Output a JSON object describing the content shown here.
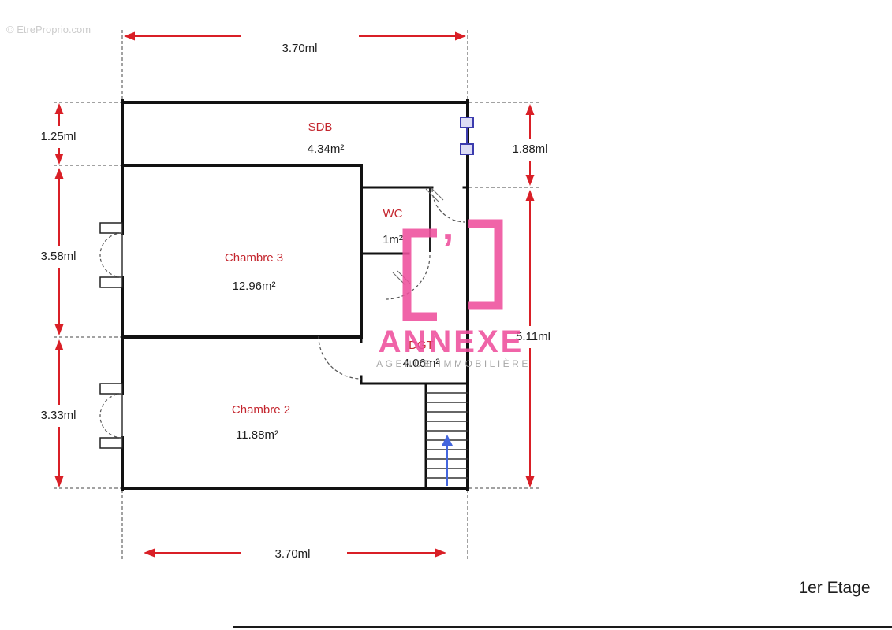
{
  "page": {
    "site_watermark": "© EtreProprio.com",
    "floor_label": "1er Etage"
  },
  "colors": {
    "dimension_red": "#d91f26",
    "room_name_red": "#c4262e",
    "wall_black": "#111111",
    "window_blue": "#3c3cae",
    "stairs_arrow_blue": "#4466dd",
    "brand_pink": "#ef4f9d",
    "site_watermark_gray": "#cccccc"
  },
  "rooms": [
    {
      "name": "SDB",
      "area": "4.34m²"
    },
    {
      "name": "WC",
      "area": "1m²"
    },
    {
      "name": "Chambre 3",
      "area": "12.96m²"
    },
    {
      "name": "DGT",
      "area": "4.06m²"
    },
    {
      "name": "Chambre 2",
      "area": "11.88m²"
    }
  ],
  "dimensions": {
    "top": "3.70ml",
    "bottom": "3.70ml",
    "left": [
      "1.25ml",
      "3.58ml",
      "3.33ml"
    ],
    "right": [
      "1.88ml",
      "5.11ml"
    ]
  },
  "watermark": {
    "brand": "ANNEXE",
    "tagline": "AGENCE IMMOBILIÈRE",
    "quote_mark": "’"
  }
}
